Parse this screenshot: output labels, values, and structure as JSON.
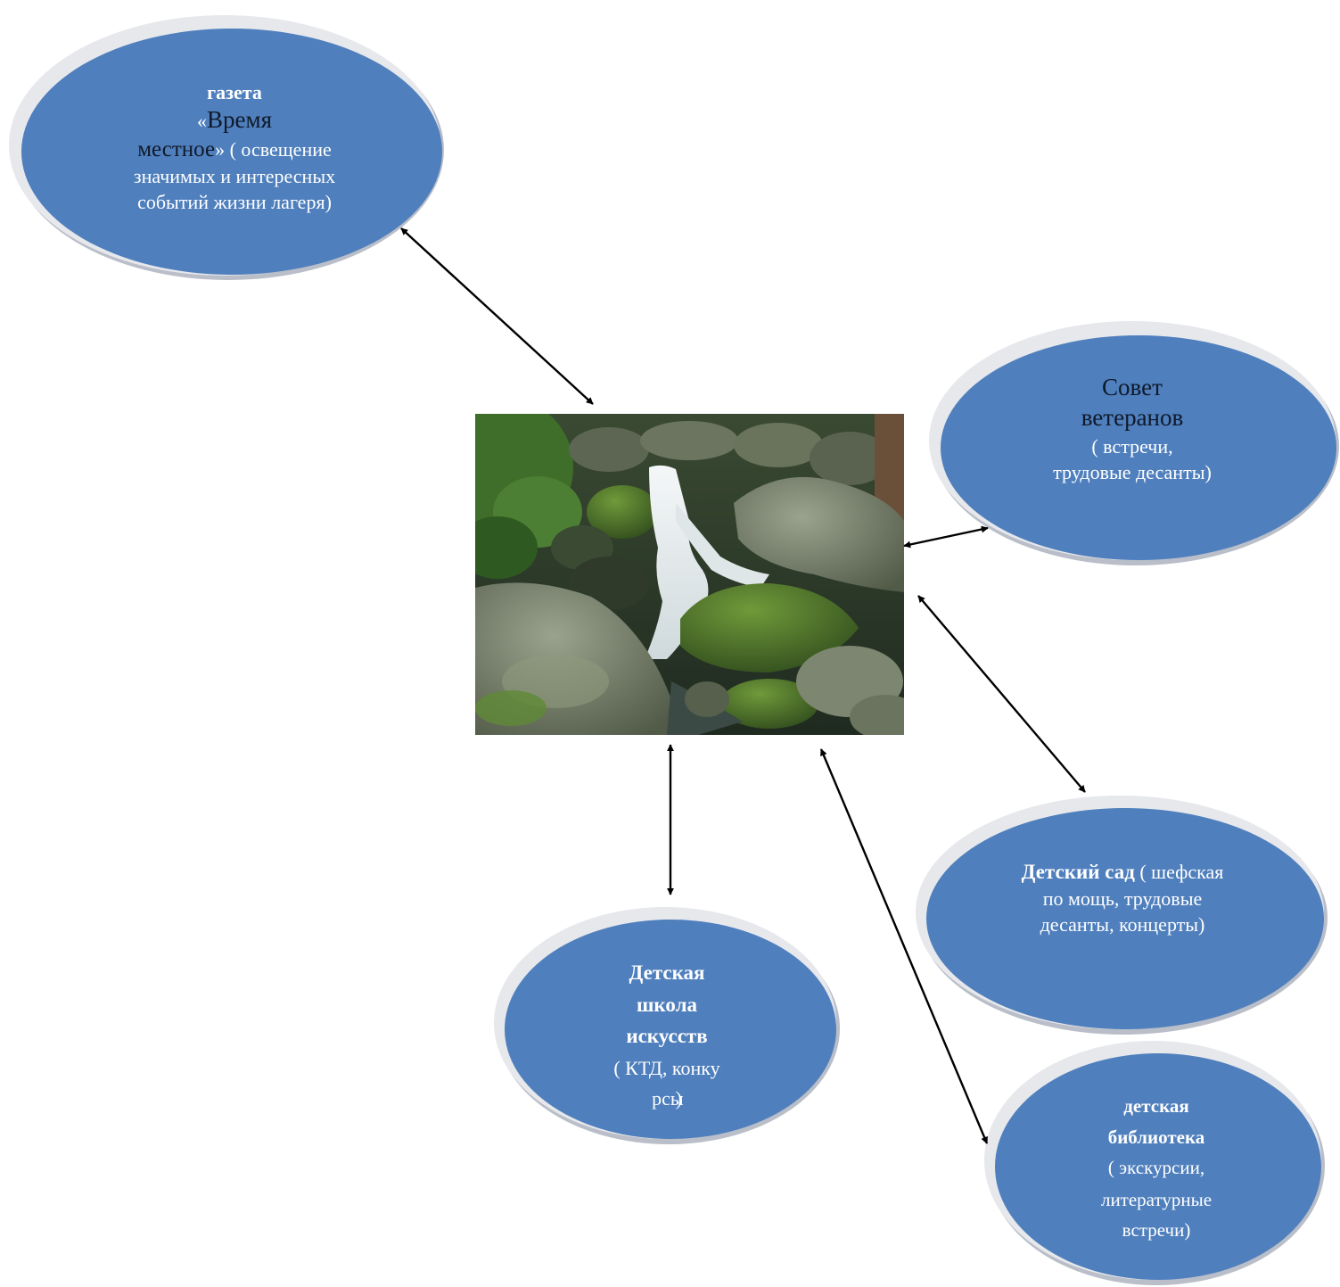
{
  "nodes": {
    "gazeta": {
      "title": "газета",
      "quote_open": "«",
      "name_line1": "Время",
      "name_line2": "местное",
      "quote_close": "»",
      "desc_part1": " ( освещение",
      "desc_line2": "значимых и интересных",
      "desc_line3": "событий жизни лагеря)"
    },
    "sovet": {
      "title_line1": "Совет",
      "title_line2": "ветеранов",
      "desc_line1": "( встречи,",
      "desc_line2": "трудовые десанты)"
    },
    "detsad": {
      "title": "Детский сад",
      "desc_line1": " ( шефская",
      "desc_line2": "по мощь,  трудовые",
      "desc_line3": "десанты,  концерты)"
    },
    "shkola": {
      "title_line1": "Детская",
      "title_line2": "школа",
      "title_line3": "искусств",
      "desc_line1": "( КТД, конку",
      "desc_line2": "рсы",
      "desc_close": ")"
    },
    "biblioteka": {
      "title_line1": "детская",
      "title_line2": "библиотека",
      "desc_line1": "( экскурсии,",
      "desc_line2": "литературные",
      "desc_line3": "встречи)"
    }
  },
  "center_image": {
    "subject": "waterfall-stream-over-mossy-rocks"
  },
  "colors": {
    "ellipse_fill": "#4f7fbd",
    "ellipse_rim": "#e6e8ec",
    "ellipse_shadow": "#8a93a3",
    "arrow": "#000000",
    "dark_text": "#0f1a2a"
  }
}
